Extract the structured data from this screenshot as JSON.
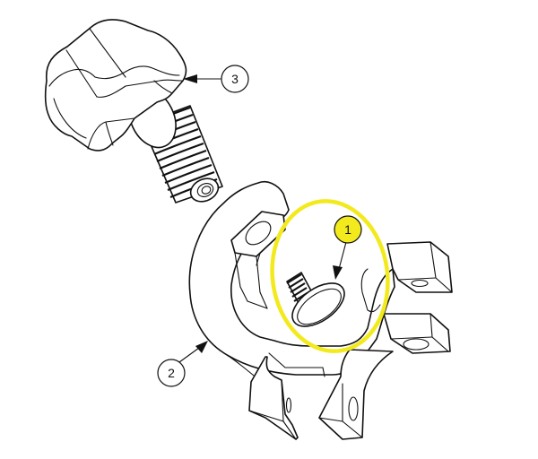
{
  "diagram": {
    "type": "exploded-assembly-view",
    "background": "#ffffff",
    "line_color": "#111111",
    "highlight_color": "#f2ea1d",
    "parts": [
      {
        "id": "part-1",
        "description": "thumb screw / pad (highlighted)"
      },
      {
        "id": "part-2",
        "description": "C-shaped clamp body"
      },
      {
        "id": "part-3",
        "description": "knurled knob with threaded stud"
      }
    ],
    "callouts": [
      {
        "label": "1",
        "fill": "#f2ea1d",
        "highlighted": true
      },
      {
        "label": "2",
        "fill": "#ffffff",
        "highlighted": false
      },
      {
        "label": "3",
        "fill": "#ffffff",
        "highlighted": false
      }
    ]
  }
}
